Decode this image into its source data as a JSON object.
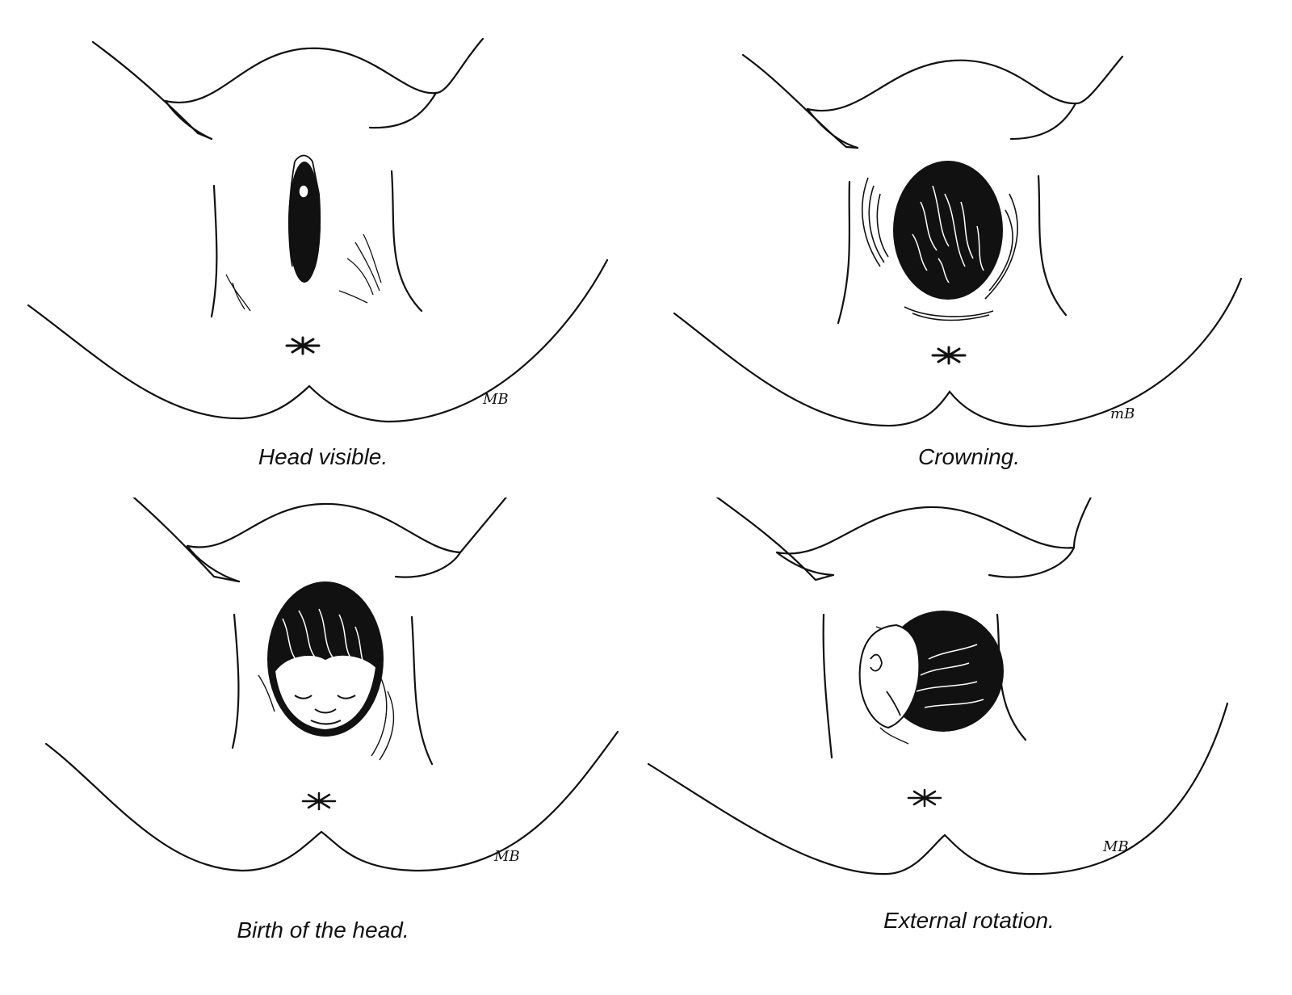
{
  "panels": [
    {
      "caption": "Head visible.",
      "signature": "MB"
    },
    {
      "caption": "Crowning.",
      "signature": "mB"
    },
    {
      "caption": "Birth of the head.",
      "signature": "MB"
    },
    {
      "caption": "External rotation.",
      "signature": "MB"
    }
  ],
  "colors": {
    "ink": "#111111",
    "background": "#ffffff"
  }
}
